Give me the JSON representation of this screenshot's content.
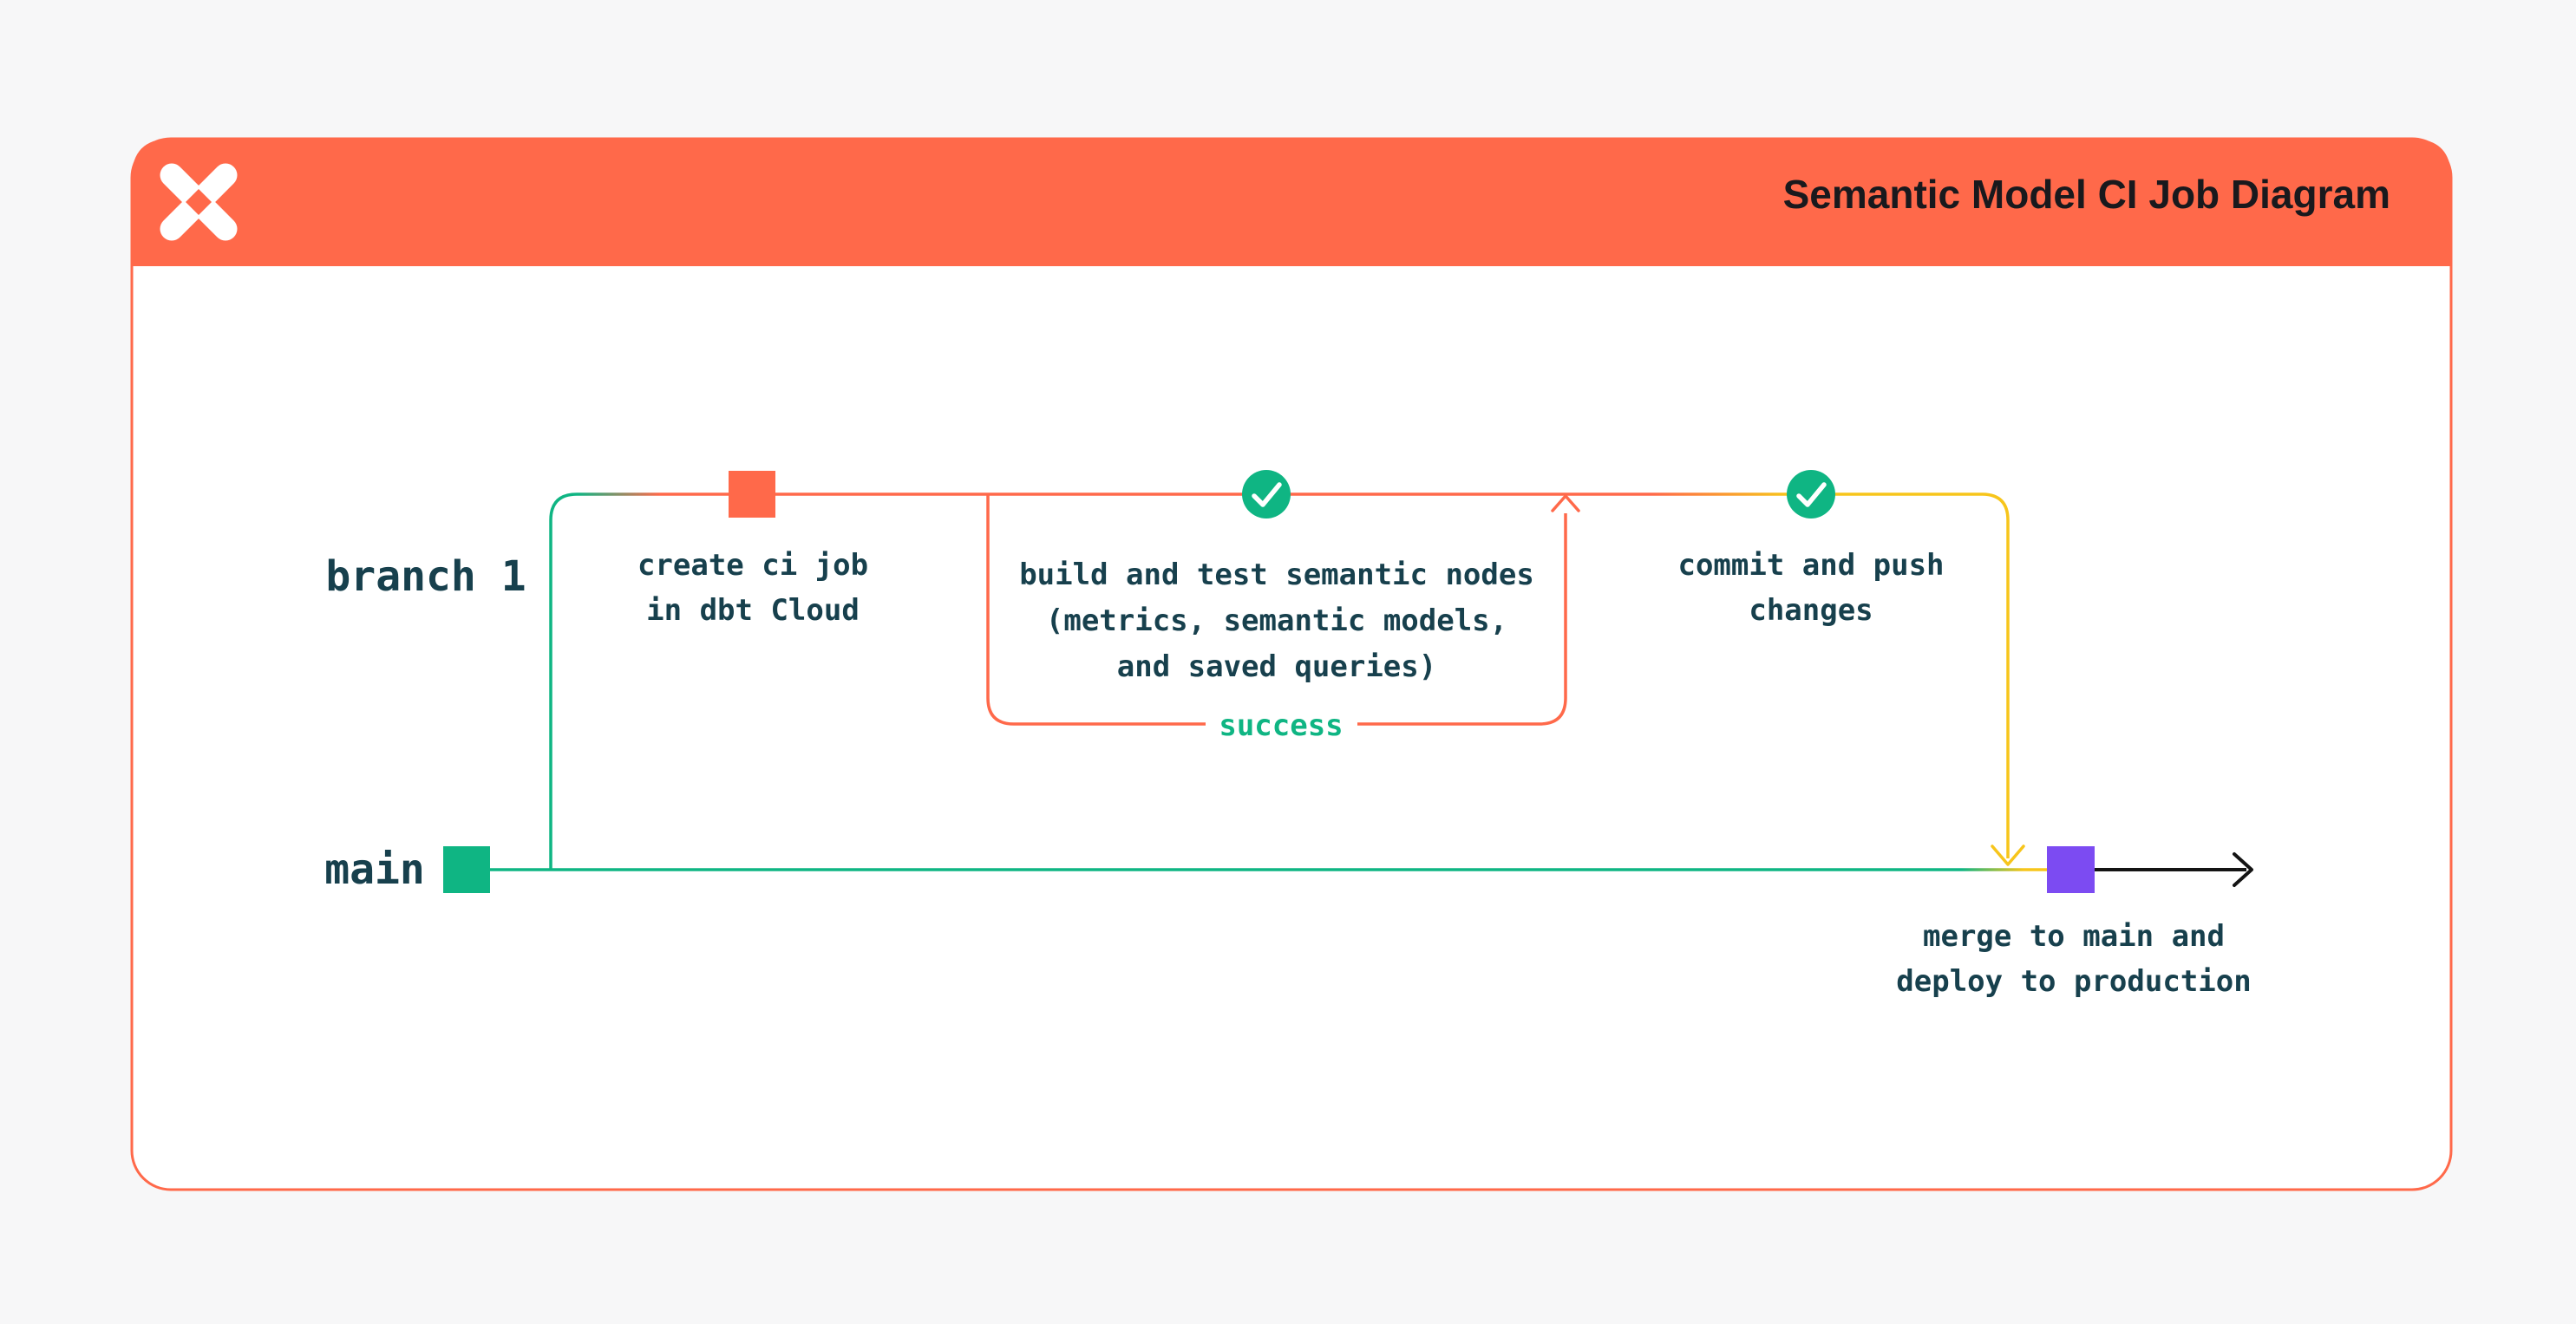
{
  "header": {
    "title": "Semantic Model CI Job Diagram",
    "logo_icon": "dbt-logo"
  },
  "branches": {
    "branch1": {
      "label": "branch 1"
    },
    "main": {
      "label": "main"
    }
  },
  "nodes": {
    "create_ci_job": {
      "marker": "orange-commit-square",
      "lines": [
        "create ci job",
        "in dbt Cloud"
      ]
    },
    "build_and_test": {
      "marker": "check-circle",
      "lines": [
        "build and test semantic nodes",
        "(metrics, semantic models,",
        "and saved queries)"
      ],
      "loop_label": "success"
    },
    "commit_and_push": {
      "marker": "check-circle",
      "lines": [
        "commit and push",
        "changes"
      ]
    },
    "merge_to_main": {
      "marker": "purple-commit-square",
      "lines": [
        "merge to main and",
        "deploy to production"
      ]
    }
  },
  "colors": {
    "page_bg": "#f7f7f8",
    "card_bg": "#ffffff",
    "accent_orange": "#ff694a",
    "accent_green": "#0fb583",
    "accent_yellow": "#f7c51b",
    "accent_purple": "#7c4bf2",
    "text_dark_teal": "#17404d",
    "title_black": "#19191d",
    "arrow_black": "#141414"
  }
}
